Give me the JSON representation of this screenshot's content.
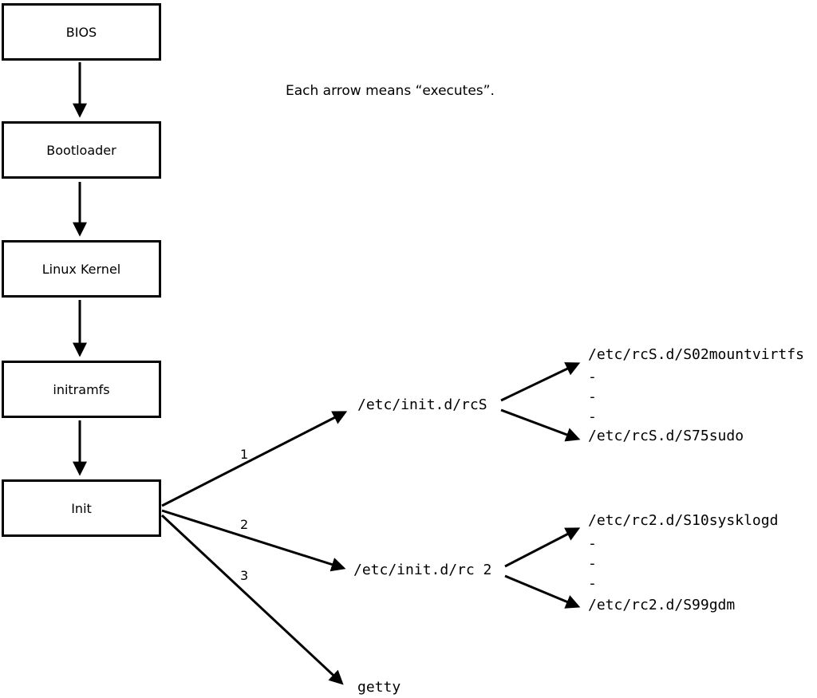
{
  "note": "Each arrow means “executes”.",
  "boxes": [
    {
      "label": "BIOS"
    },
    {
      "label": "Bootloader"
    },
    {
      "label": "Linux Kernel"
    },
    {
      "label": "initramfs"
    },
    {
      "label": "Init"
    }
  ],
  "init_branches": [
    {
      "number": "1",
      "target": "/etc/init.d/rcS"
    },
    {
      "number": "2",
      "target": "/etc/init.d/rc 2"
    },
    {
      "number": "3",
      "target": "getty"
    }
  ],
  "rcS_children": {
    "first": "/etc/rcS.d/S02mountvirtfs",
    "ellipsis": [
      "-",
      "-",
      "-"
    ],
    "last": "/etc/rcS.d/S75sudo"
  },
  "rc2_children": {
    "first": "/etc/rc2.d/S10sysklogd",
    "ellipsis": [
      "-",
      "-",
      "-"
    ],
    "last": "/etc/rc2.d/S99gdm"
  },
  "colors": {
    "line": "#000000",
    "background": "#ffffff"
  }
}
